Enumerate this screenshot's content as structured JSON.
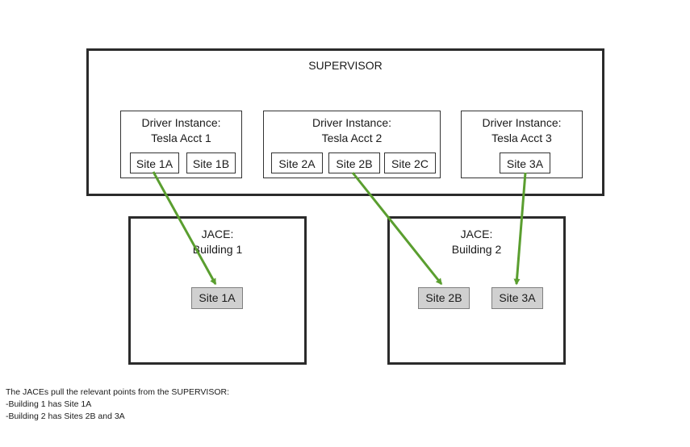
{
  "supervisor": {
    "title": "SUPERVISOR",
    "drivers": [
      {
        "line1": "Driver Instance:",
        "line2": "Tesla Acct 1",
        "sites": [
          "Site 1A",
          "Site 1B"
        ]
      },
      {
        "line1": "Driver Instance:",
        "line2": "Tesla Acct 2",
        "sites": [
          "Site 2A",
          "Site 2B",
          "Site 2C"
        ]
      },
      {
        "line1": "Driver Instance:",
        "line2": "Tesla Acct 3",
        "sites": [
          "Site 3A"
        ]
      }
    ]
  },
  "jaces": [
    {
      "line1": "JACE:",
      "line2": "Building 1",
      "sites": [
        "Site 1A"
      ]
    },
    {
      "line1": "JACE:",
      "line2": "Building 2",
      "sites": [
        "Site 2B",
        "Site 3A"
      ]
    }
  ],
  "connections": [
    {
      "from": "Site 1A",
      "to": "Building 1 / Site 1A"
    },
    {
      "from": "Site 2B",
      "to": "Building 2 / Site 2B"
    },
    {
      "from": "Site 3A",
      "to": "Building 2 / Site 3A"
    }
  ],
  "colors": {
    "arrow": "#5a9e2f",
    "pulled_site_fill": "#d0d0d0"
  },
  "note": {
    "line1": "The JACEs pull the relevant points from the SUPERVISOR:",
    "line2": "-Building 1 has Site 1A",
    "line3": "-Building 2 has Sites 2B and 3A"
  }
}
